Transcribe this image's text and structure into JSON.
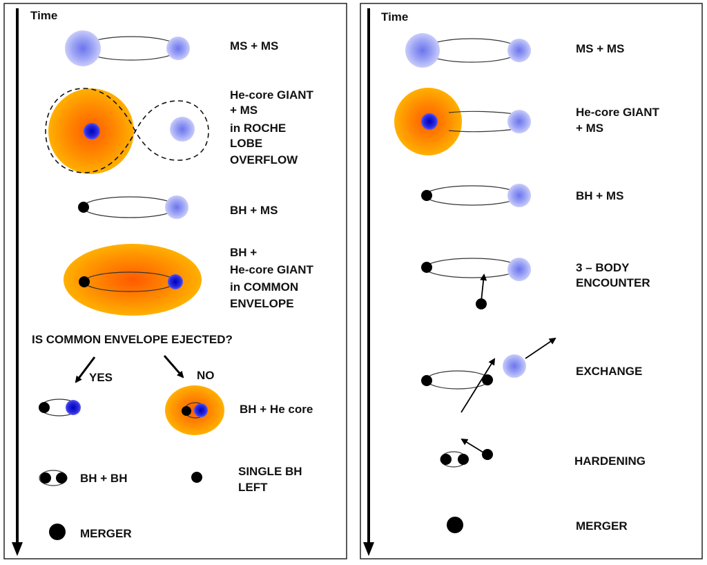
{
  "left_panel": {
    "time_label": "Time",
    "stages": {
      "ms_ms": "MS + MS",
      "roche": [
        "He-core GIANT",
        "+ MS",
        "in ROCHE",
        "LOBE",
        "OVERFLOW"
      ],
      "bh_ms": "BH + MS",
      "common_envelope": [
        "BH +",
        "He-core GIANT",
        "in COMMON",
        "ENVELOPE"
      ],
      "question": "IS COMMON ENVELOPE EJECTED?",
      "yes": "YES",
      "no": "NO",
      "bh_he_core": "BH + He core",
      "bh_bh": "BH + BH",
      "single_bh": [
        "SINGLE BH",
        "LEFT"
      ],
      "merger": "MERGER"
    }
  },
  "right_panel": {
    "time_label": "Time",
    "stages": {
      "ms_ms": "MS + MS",
      "giant_ms": [
        "He-core GIANT",
        "+ MS"
      ],
      "bh_ms": "BH + MS",
      "three_body": [
        "3 –  BODY",
        "ENCOUNTER"
      ],
      "exchange": "EXCHANGE",
      "hardening": "HARDENING",
      "merger": "MERGER"
    }
  },
  "colors": {
    "ms_star": "#8f98f0",
    "he_core": "#1c1cd8",
    "giant_envelope": "#ff9a00",
    "black_hole": "#000000"
  }
}
